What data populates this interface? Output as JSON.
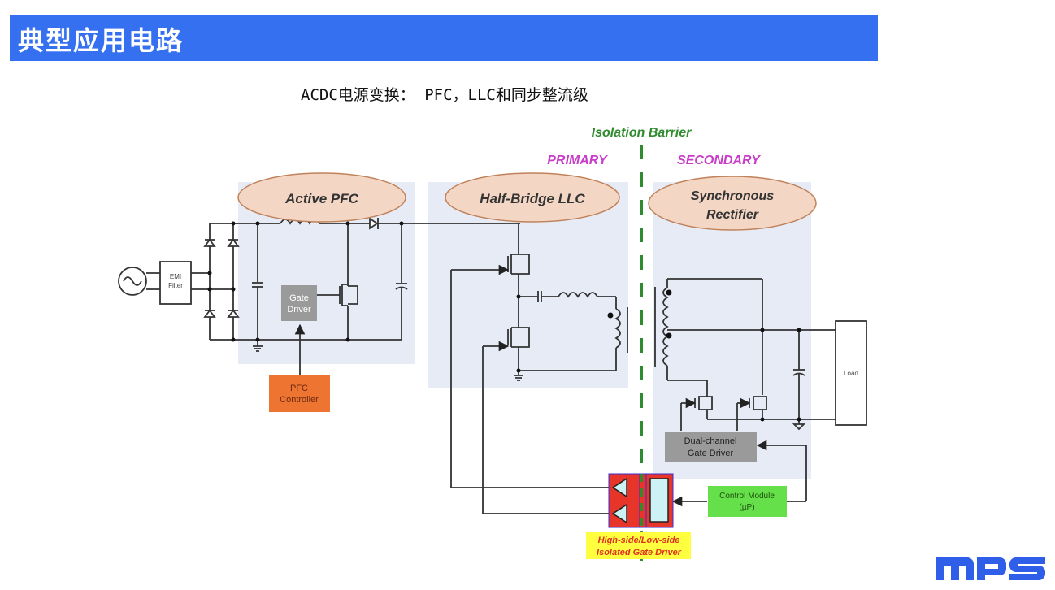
{
  "slide": {
    "title": "典型应用电路",
    "subtitle": "ACDC电源变换： PFC，LLC和同步整流级"
  },
  "diagram": {
    "isolation_barrier_label": "Isolation Barrier",
    "primary_label": "PRIMARY",
    "secondary_label": "SECONDARY",
    "stages": {
      "pfc": "Active PFC",
      "llc": "Half-Bridge LLC",
      "sr_line1": "Synchronous",
      "sr_line2": "Rectifier"
    },
    "blocks": {
      "emi_line1": "EMI",
      "emi_line2": "Filter",
      "gate_driver_line1": "Gate",
      "gate_driver_line2": "Driver",
      "pfc_controller_line1": "PFC",
      "pfc_controller_line2": "Controller",
      "dual_driver_line1": "Dual-channel",
      "dual_driver_line2": "Gate Driver",
      "control_module_line1": "Control Module",
      "control_module_line2": "(µP)",
      "load": "Load",
      "isolated_driver_line1": "High-side/Low-side",
      "isolated_driver_line2": "Isolated Gate Driver"
    },
    "colors": {
      "banner": "#3470f0",
      "panel": "#e6ebf5",
      "stage_ellipse": "#f3d6c4",
      "stage_ellipse_border": "#c0825a",
      "barrier": "#2e8b2e",
      "region_label": "#c83cc8",
      "pfc_controller": "#ee7432",
      "gate_driver": "#9a9a9a",
      "control_module": "#66e04a",
      "isolated_driver": "#e8352a",
      "isolated_driver_label_bg": "#ffff40",
      "isolated_driver_label_text": "#e03020",
      "logo": "#2f5fe8"
    }
  },
  "logo": {
    "text": "mps"
  }
}
